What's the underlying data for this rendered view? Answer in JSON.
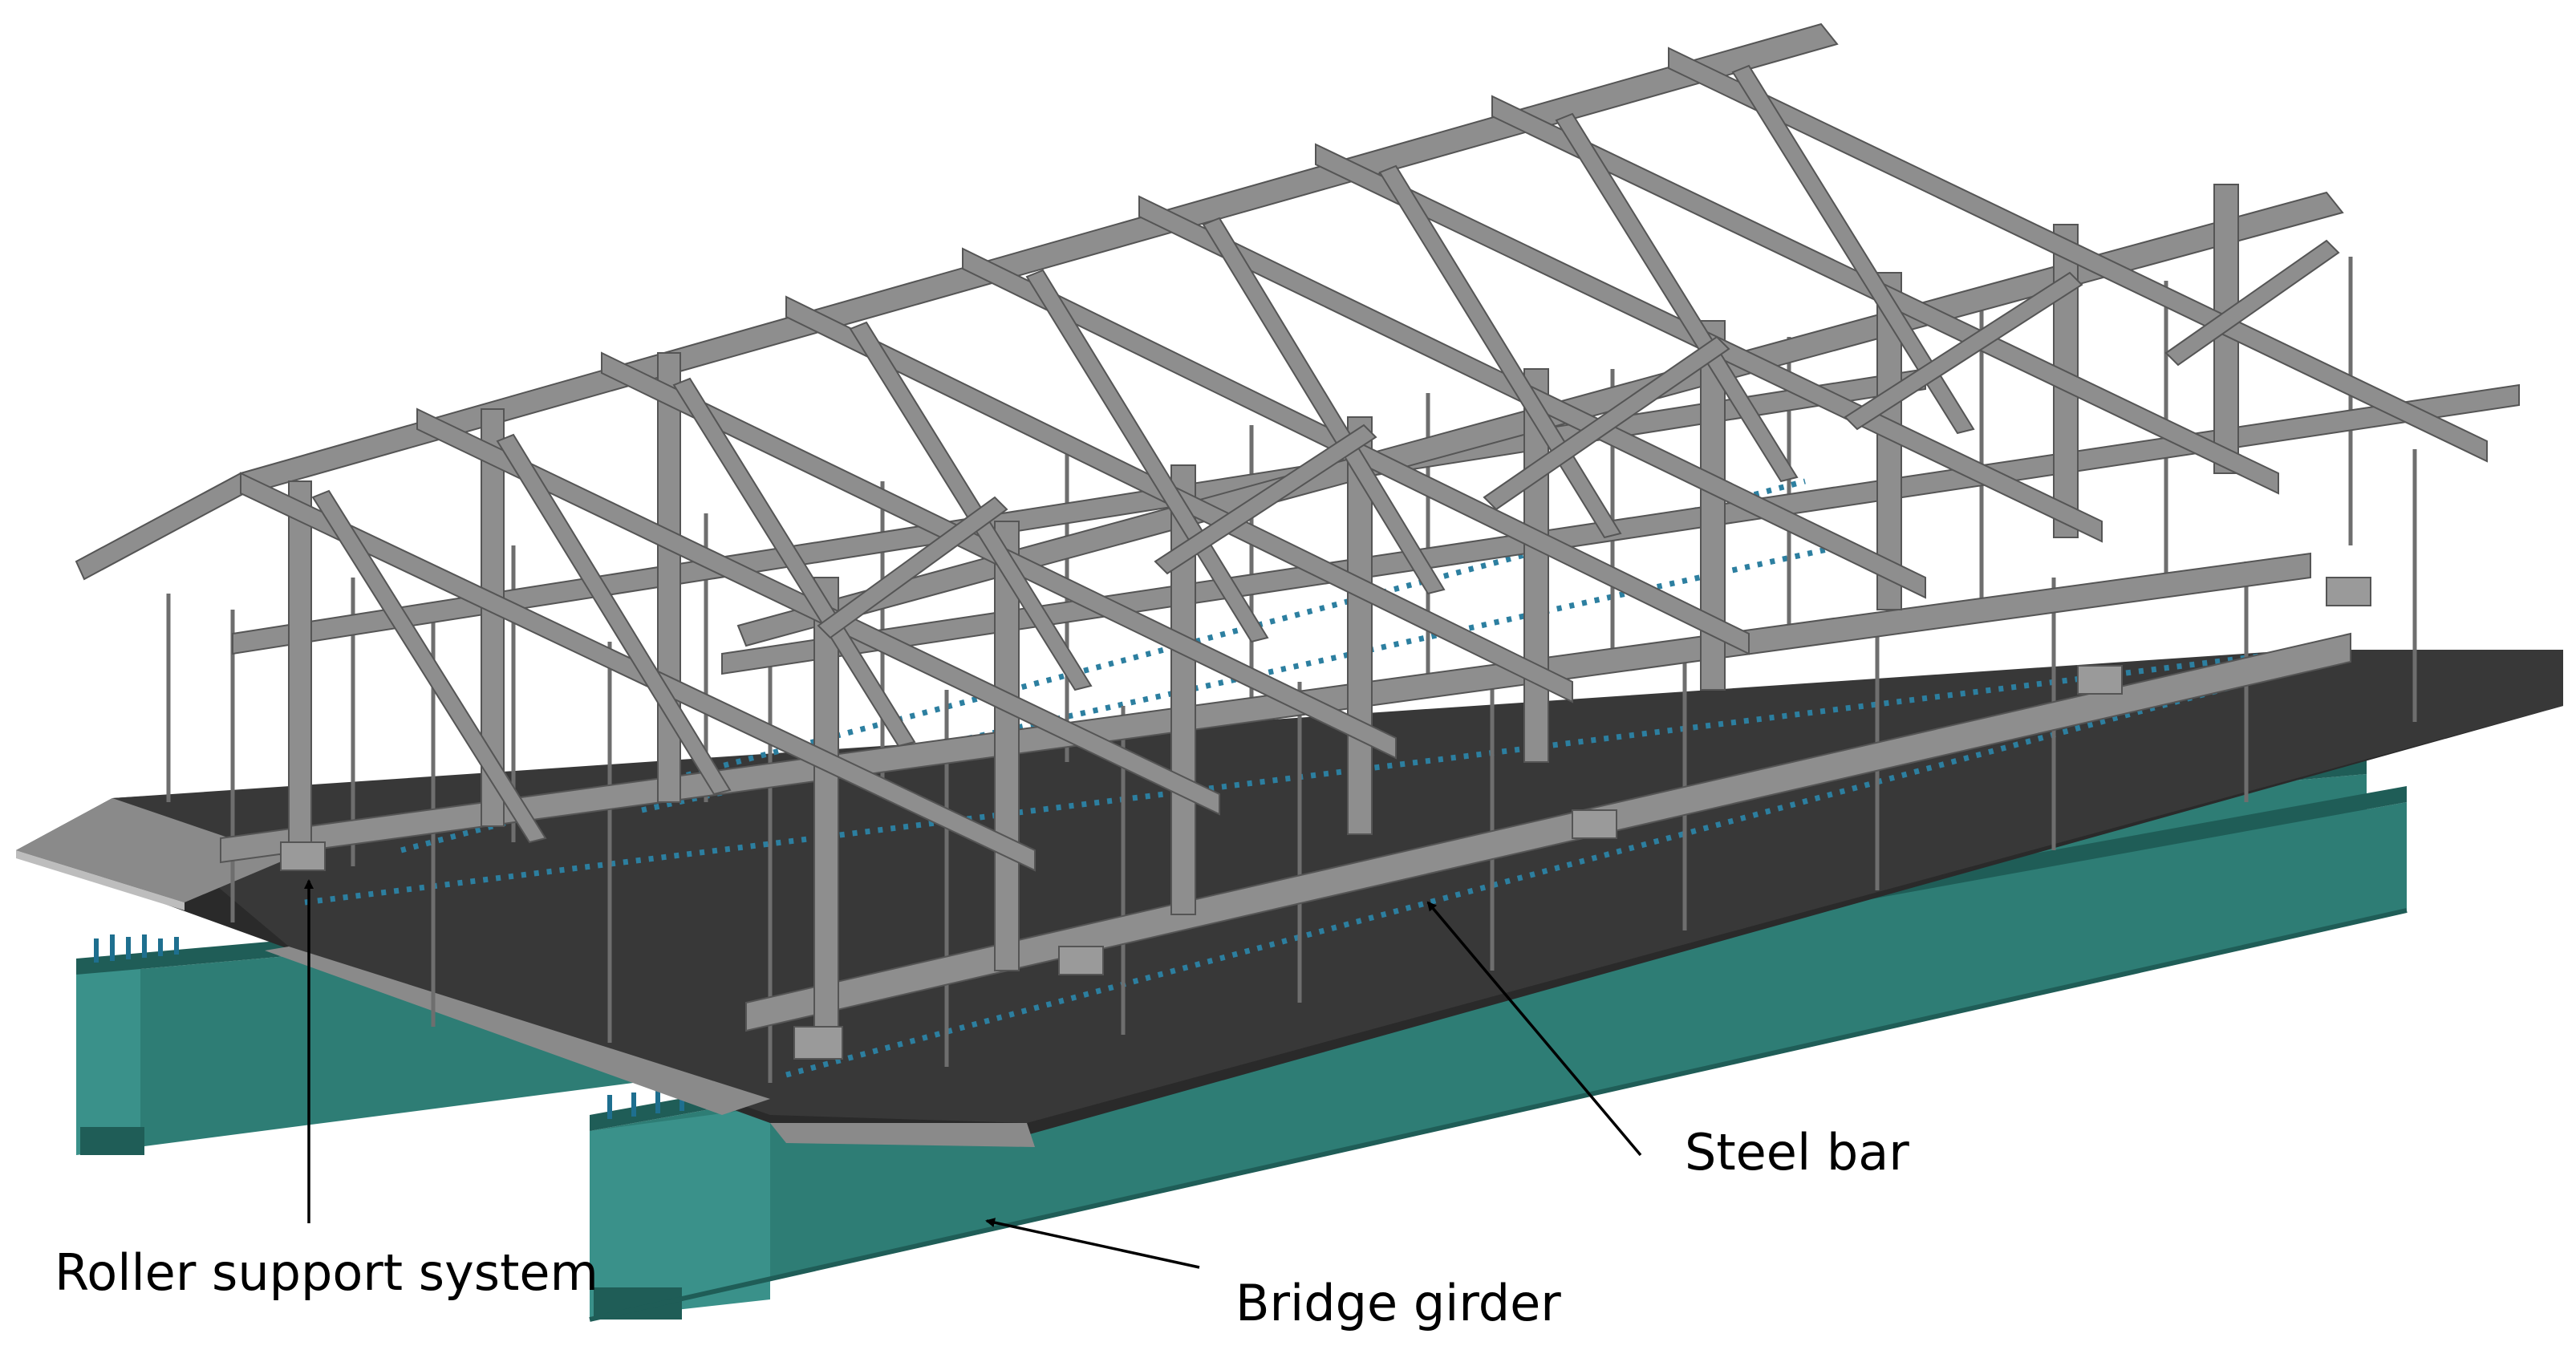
{
  "annotations": {
    "steel_bar": "Steel bar",
    "roller_support": "Roller support system",
    "bridge_girder": "Bridge girder"
  },
  "colors": {
    "girder": "#2e7d75",
    "girder_dark": "#1f5d57",
    "girder_light": "#3a918a",
    "deck": "#3a3a3a",
    "deck_side": "#2a2a2a",
    "plate": "#8a8a8a",
    "frame": "#8e8e8e",
    "frame_edge": "#555555",
    "bars": "#2c7fa0"
  }
}
